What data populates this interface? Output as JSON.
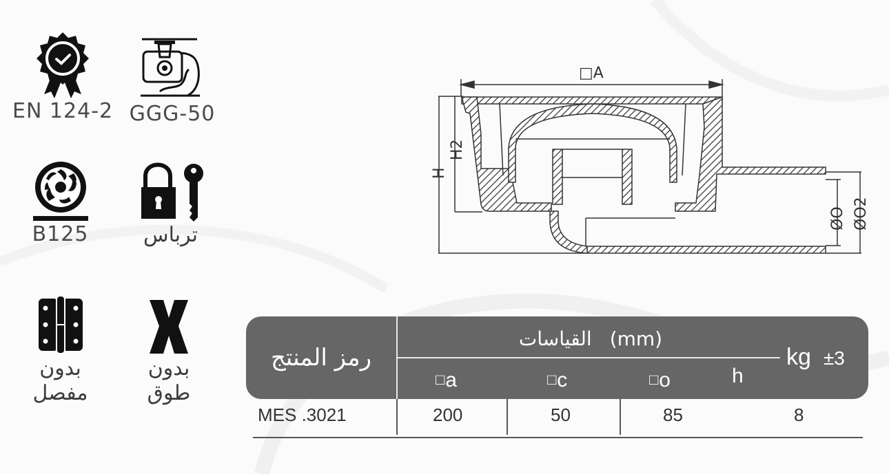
{
  "features": [
    {
      "id": "en124",
      "icon": "certified-badge-icon",
      "label": "EN 124-2"
    },
    {
      "id": "ggg50",
      "icon": "ductile-iron-casting-icon",
      "label": "GGG-50"
    },
    {
      "id": "b125",
      "icon": "wheel-load-icon",
      "label": "B125"
    },
    {
      "id": "lock",
      "icon": "padlock-key-icon",
      "label": "ترباس"
    },
    {
      "id": "hinge",
      "icon": "hinge-icon",
      "label_line1": "بدون",
      "label_line2": "مفصل"
    },
    {
      "id": "collar",
      "icon": "x-mark-icon",
      "label_line1": "بدون",
      "label_line2": "طوق"
    }
  ],
  "drawing": {
    "dim_a": "□A",
    "dim_h": "H",
    "dim_h2": "H2",
    "dim_o": "ØO",
    "dim_o2": "ØO2"
  },
  "table": {
    "header": {
      "product_code": "رمز المنتج",
      "dimensions_ar": "القياسات",
      "dimensions_unit": "(mm)",
      "weight_unit": "kg",
      "weight_tolerance": "±3",
      "sub": [
        {
          "sym": "□",
          "name": "a"
        },
        {
          "sym": "□",
          "name": "c"
        },
        {
          "sym": "□",
          "name": "o"
        },
        {
          "sym": "",
          "name": "h"
        }
      ]
    },
    "rows": [
      {
        "code": "MES  .3021",
        "a": "200",
        "c": "50",
        "o": "85",
        "weight": "8"
      }
    ]
  },
  "colors": {
    "header_bg": "#666666",
    "text": "#333333",
    "drawing_line": "#333333"
  }
}
